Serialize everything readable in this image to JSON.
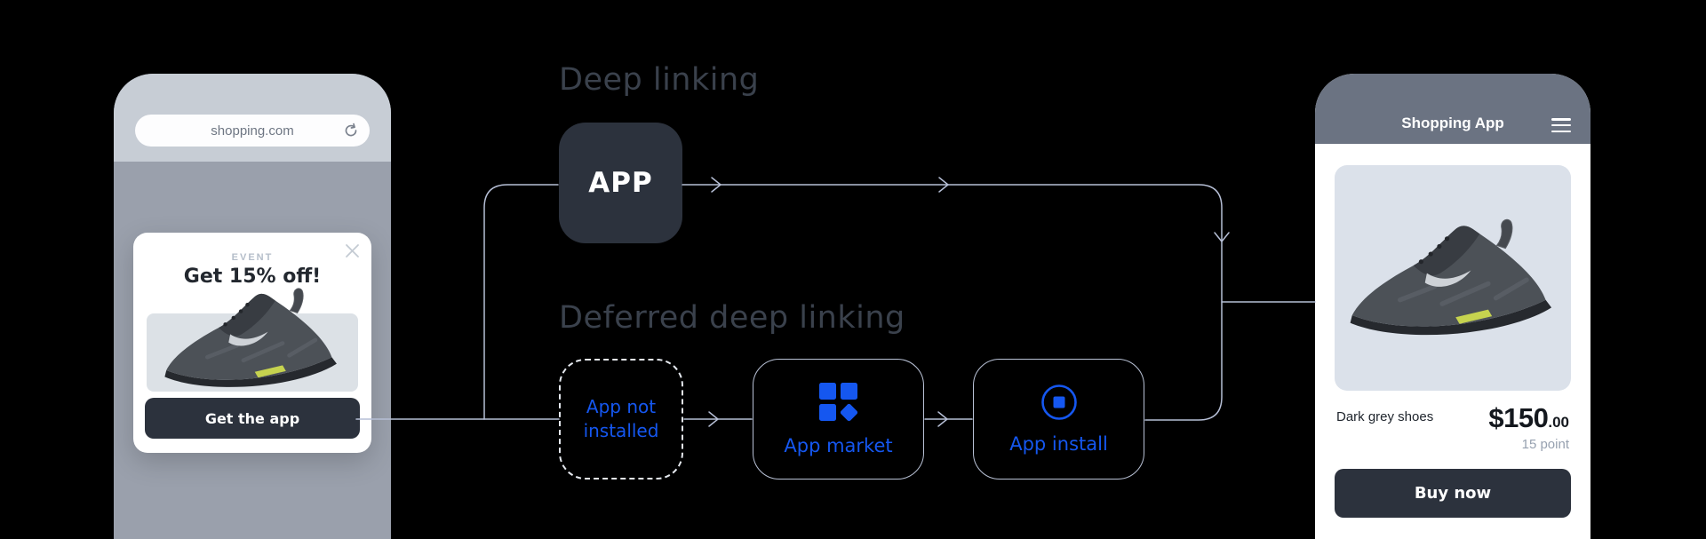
{
  "colors": {
    "accent-blue": "#1557f0",
    "line": "#b6bfd6",
    "dark-box": "#2c323d",
    "title-dim": "#3a414c",
    "phone-gray": "#9aa0ac",
    "header-gray": "#c7cdd5",
    "app-header": "#6b7382"
  },
  "left_phone": {
    "url": "shopping.com",
    "icons": {
      "refresh": "refresh-icon",
      "close": "close-icon"
    },
    "popup": {
      "badge": "EVENT",
      "title": "Get 15% off!",
      "cta": "Get the app"
    }
  },
  "flow": {
    "section1_title": "Deep linking",
    "section2_title": "Deferred deep linking",
    "app_node": "APP",
    "not_installed_node": "App not installed",
    "market_node": "App market",
    "install_node": "App install",
    "icons": {
      "market": "app-grid-icon",
      "install": "install-circle-icon",
      "arrows": "chevron-arrow-icon"
    }
  },
  "right_phone": {
    "title": "Shopping App",
    "icons": {
      "menu": "hamburger-menu-icon"
    },
    "product_name": "Dark grey shoes",
    "price_dollars": "$150",
    "price_cents": ".00",
    "points": "15 point",
    "cta": "Buy now"
  }
}
